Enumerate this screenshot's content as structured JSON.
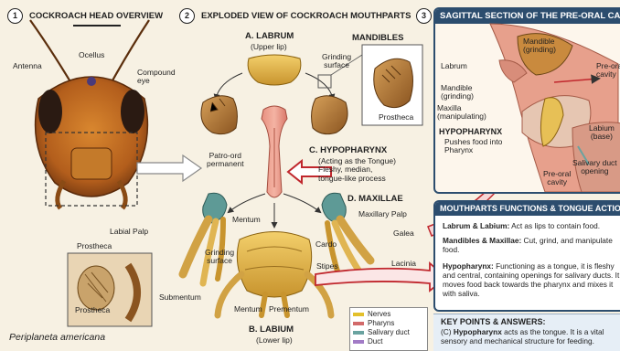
{
  "panel1": {
    "num": "1",
    "title": "COCKROACH HEAD OVERVIEW",
    "labels": {
      "antenna": "Antenna",
      "ocellus": "Ocellus",
      "compound_eye": "Compound\neye",
      "prostheca_top": "Prostheca",
      "prostheca_bottom": "Prostheca"
    },
    "species": "Periplaneta americana"
  },
  "panel2": {
    "num": "2",
    "title": "EXPLODED VIEW OF COCKROACH MOUTHPARTS",
    "labrum_title": "A. LABRUM",
    "labrum_sub": "(Upper lip)",
    "mandibles_title": "MANDIBLES",
    "grinding_surface_top": "Grinding\nsurface",
    "prostheca": "Prostheca",
    "patro_ord": "Patro-ord\npermanent",
    "hypopharynx_title": "C. HYPOPHARYNX",
    "hypopharynx_desc": "(Acting as the Tongue)\nFleshy, median,\ntongue-like process",
    "maxillae_title": "D. MAXILLAE",
    "maxillary_palp": "Maxillary Palp",
    "galea": "Galea",
    "cardo": "Cardo",
    "stipes": "Stipes",
    "lacinia": "Lacinia",
    "mentum_top": "Mentum",
    "labial_palp": "Labial Palp",
    "grinding_surface_bottom": "Grinding\nsurface",
    "submentum": "Submentum",
    "mentum_bottom": "Mentum",
    "prementum": "Prementum",
    "labium_title": "B. LABIUM",
    "labium_sub": "(Lower lip)"
  },
  "legend": [
    {
      "label": "Nerves",
      "color": "#e3c02b"
    },
    {
      "label": "Pharyns",
      "color": "#d26a6a"
    },
    {
      "label": "Salivary duct",
      "color": "#6aa3a0"
    },
    {
      "label": "Duct",
      "color": "#a27bc6"
    }
  ],
  "panel3": {
    "num": "3",
    "title": "SAGITTAL SECTION OF THE PRE-ORAL CAVITY",
    "labels": {
      "mandible_grinding_top": "Mandible\n(grinding)",
      "labrum": "Labrum",
      "pre_oral_cavity_top": "Pre-oral\ncavity",
      "mandible_grinding": "Mandible\n(grinding)",
      "maxilla": "Maxilla\n(manipulating)",
      "hypopharynx": "HYPOPHARYNX",
      "hypopharynx_desc": "Pushes food into\nPharynx",
      "labium_base": "Labium\n(base)",
      "salivary_duct": "Salivary duct\nopening",
      "pre_oral_cavity_bottom": "Pre-oral\ncavity"
    }
  },
  "functions": {
    "title": "MOUTHPARTS FUNCTIONS & TONGUE ACTION",
    "items": [
      {
        "term": "Labrum & Labium:",
        "text": " Act as lips to contain food."
      },
      {
        "term": "Mandibles & Maxillae:",
        "text": " Cut, grind, and manipulate food."
      },
      {
        "term": "Hypopharynx:",
        "text": " Functioning as a tongue, it is fleshy and central, containing openings for salivary ducts. It moves food back towards the pharynx and mixes it with saliva."
      }
    ]
  },
  "key_points": {
    "title": "KEY POINTS & ANSWERS:",
    "prefix": "(C) ",
    "term": "Hypopharynx",
    "text": " acts as the tongue. It is a vital sensory and mechanical structure for feeding."
  }
}
